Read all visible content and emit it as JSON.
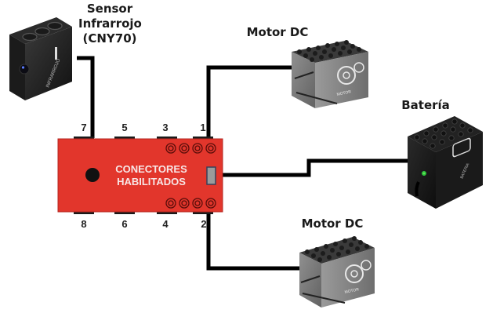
{
  "diagram": {
    "controller": {
      "label_line1": "CONECTORES",
      "label_line2": "HABILITADOS",
      "color": "#e2362c",
      "pins_top": [
        "7",
        "5",
        "3",
        "1"
      ],
      "pins_bottom": [
        "8",
        "6",
        "4",
        "2"
      ]
    },
    "components": {
      "sensor": {
        "label_line1": "Sensor",
        "label_line2": "Infrarrojo",
        "label_line3": "(CNY70)",
        "device_text": "INFRARROJO",
        "connected_pin": "7"
      },
      "motor_top": {
        "label": "Motor DC",
        "device_text": "MOTOR",
        "connected_pin": "1"
      },
      "battery": {
        "label": "Batería",
        "device_text": "BATERIA",
        "led_color": "#2ecc40",
        "connected_to": "side-connector"
      },
      "motor_bottom": {
        "label": "Motor DC",
        "device_text": "MOTOR",
        "connected_pin": "2"
      }
    }
  }
}
